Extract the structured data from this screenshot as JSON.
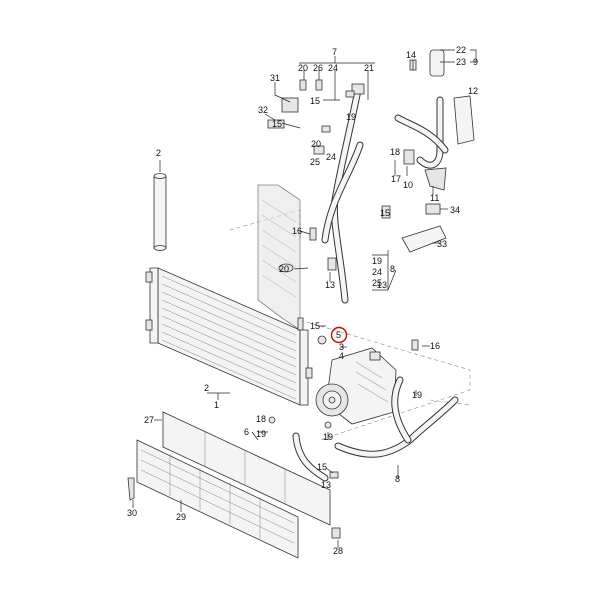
{
  "diagram": {
    "highlighted_callout": "5",
    "callouts": {
      "c1": "1",
      "c2_top": "2",
      "c2_bottom": "2",
      "c3": "3",
      "c4": "4",
      "c5": "5",
      "c6": "6",
      "c7": "7",
      "c8_right": "8",
      "c8_bottom": "8",
      "c9": "9",
      "c10": "10",
      "c11": "11",
      "c12": "12",
      "c13_a": "13",
      "c13_b": "13",
      "c14": "14",
      "c15_a": "15",
      "c15_b": "15",
      "c15_c": "15",
      "c15_d": "15",
      "c16_a": "16",
      "c16_b": "16",
      "c17": "17",
      "c18": "18",
      "c19_a": "19",
      "c19_b": "19",
      "c19_c": "19",
      "c19_d": "19",
      "c19_e": "19",
      "c20_a": "20",
      "c20_b": "20",
      "c21": "21",
      "c22": "22",
      "c23": "23",
      "c24_a": "24",
      "c24_b": "24",
      "c24_c": "24",
      "c25_a": "25",
      "c25_b": "25",
      "c26": "26",
      "c27": "27",
      "c28": "28",
      "c29": "29",
      "c30": "30",
      "c31": "31",
      "c32": "32",
      "c33": "33",
      "c34": "34"
    },
    "colors": {
      "line": "#222222",
      "highlight": "#cc0000",
      "part_fill": "#f4f4f4"
    }
  }
}
